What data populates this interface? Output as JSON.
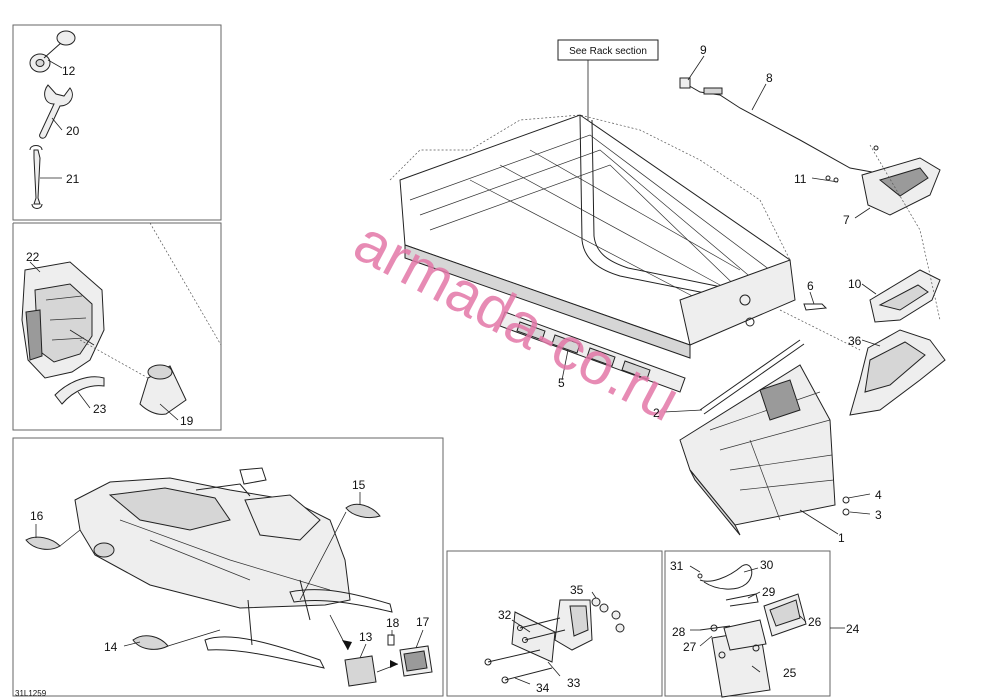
{
  "reference_label": "See Rack section",
  "watermark": "armada-co.ru",
  "drawing_code": "31L1259",
  "callouts": {
    "c1": "1",
    "c2": "2",
    "c3": "3",
    "c4": "4",
    "c5": "5",
    "c6": "6",
    "c7": "7",
    "c8": "8",
    "c9": "9",
    "c10": "10",
    "c11": "11",
    "c12": "12",
    "c13": "13",
    "c14": "14",
    "c15": "15",
    "c16": "16",
    "c17": "17",
    "c18": "18",
    "c19": "19",
    "c20": "20",
    "c21": "21",
    "c22": "22",
    "c23": "23",
    "c24": "24",
    "c25": "25",
    "c26": "26",
    "c27": "27",
    "c28": "28",
    "c29": "29",
    "c30": "30",
    "c31": "31",
    "c32": "32",
    "c33": "33",
    "c34": "34",
    "c35": "35",
    "c36": "36"
  }
}
